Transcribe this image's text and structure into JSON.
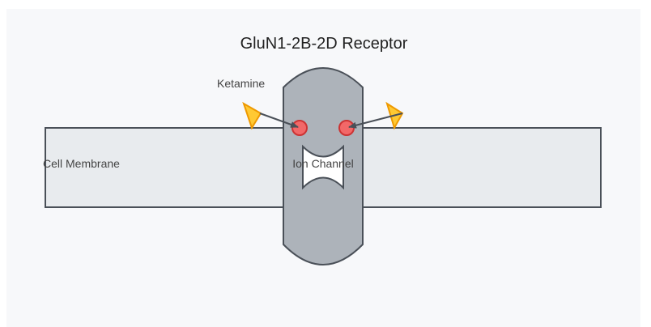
{
  "title": "GluN1-2B-2D Receptor",
  "labels": {
    "membrane": "Cell Membrane",
    "channel": "Ion Channel",
    "ligand": "Ketamine"
  },
  "colors": {
    "background": "#f7f8fa",
    "membrane_fill": "#e8ebee",
    "receptor_fill": "#adb3ba",
    "stroke": "#4a5058",
    "binding_site": "#f26868",
    "binding_site_stroke": "#cc3333",
    "ligand_fill": "#ffc933",
    "ligand_stroke": "#ee9900",
    "channel_fill": "#ffffff",
    "text": "#444444",
    "title": "#222222"
  }
}
